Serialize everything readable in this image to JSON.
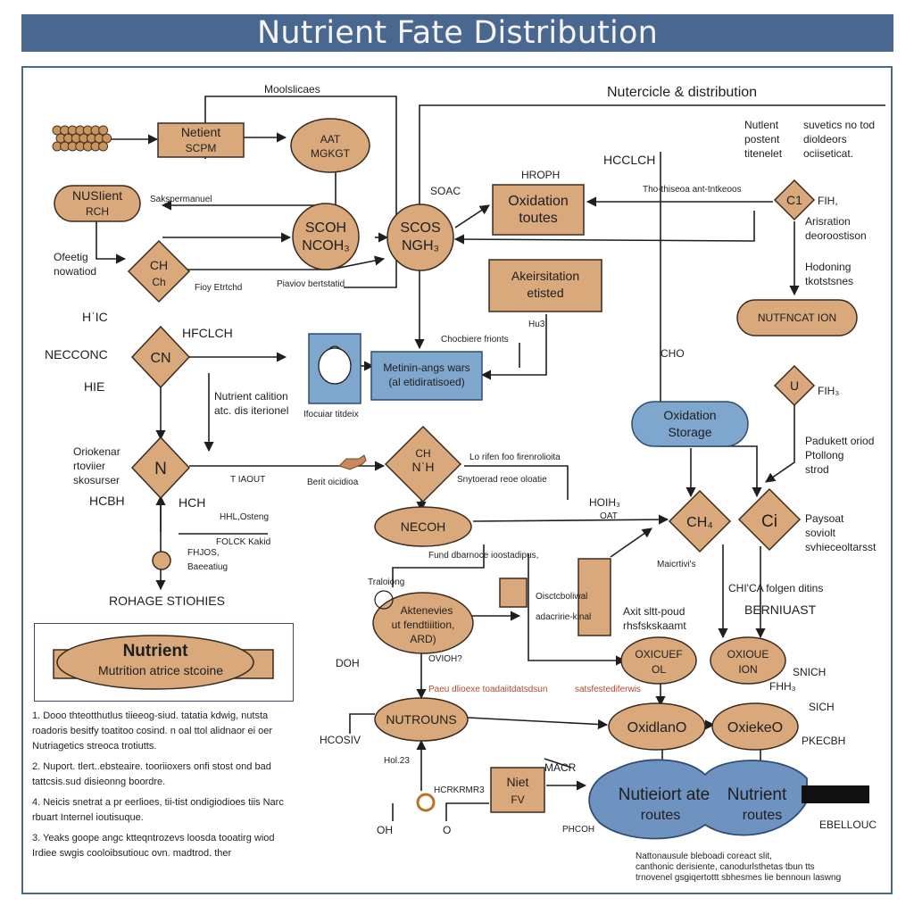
{
  "title": "Nutrient Fate Distribution",
  "colors": {
    "title_bar": "#4a6790",
    "tan": "#d9a97c",
    "blue": "#7fa6cc",
    "frame": "#4a6790"
  },
  "labels": {
    "top_mid": "Moolslicaes",
    "top_right_heading": "Nutercicle & distribution",
    "top_right_col1": [
      "Nutlent",
      "postent",
      "titenelet"
    ],
    "top_right_col2": [
      "suvetics no tod",
      "dioldeors",
      "ociiseticat."
    ],
    "box_nutrient_scpm": [
      "Netient",
      "SCPM"
    ],
    "circle_aat": [
      "AAT",
      "MGKGT"
    ],
    "pill_nutsient": [
      "NUSIient",
      "RCH"
    ],
    "text_sakspermanuel": "Sakspermanuel",
    "circle_scoh": [
      "SCOH",
      "NCOH₃"
    ],
    "circle_scos": [
      "SCOS",
      "NGH₃"
    ],
    "text_soac": "SOAC",
    "text_hroph": "HROPH",
    "text_hcclch_top": "HCCLCH",
    "box_oxidation_toutes": [
      "Oxidation",
      "toutes"
    ],
    "text_tho_thiseon": "Tho-thiseoa ant-tntkeoos",
    "diamond_c1": "C1",
    "text_fih": "FIH,",
    "text_arisration": [
      "Arisration",
      "deoroostison"
    ],
    "text_hodoning": [
      "Hodoning",
      "tkotstsnes"
    ],
    "text_ofeetig": [
      "Ofeetig",
      "nowatiod"
    ],
    "diamond_ch": [
      "CH",
      "Ch"
    ],
    "text_fioy": "Fioy Etrtchd",
    "text_piaviov": "Piaviov bertstatid",
    "box_akeirsitation": [
      "Akeirsitation",
      "etisted"
    ],
    "pill_nutrncation": "NUTFNCAT ION",
    "text_hic": "HʾIC",
    "text_hfclch": "HFCLCH",
    "text_necconc": "NECCONC",
    "diamond_cn": "CN",
    "text_hie": "HIE",
    "text_chocbiere": "Chocbiere frionts",
    "text_hu3": "Hu3",
    "text_cho": "CHO",
    "box_metini_blue": [
      "Metinin-angs wars",
      "(al etidiratisoed)"
    ],
    "text_nutrient_calition": [
      "Nutrient calition",
      "atc. dis iterionel"
    ],
    "text_ifocular": "Ifocuiar titdeix",
    "diamond_u": "U",
    "text_fih3": "FIH₃",
    "pill_oxidation_storage": [
      "Oxidation",
      "Storage"
    ],
    "text_orioken": [
      "Oriokenar",
      "rtoviier",
      "skosurser"
    ],
    "diamond_n": "N",
    "text_tiaout": "T IAOUT",
    "text_berit": "Berit oicidioa",
    "diamond_chnh": [
      "CH",
      "NʾH"
    ],
    "text_lo_rifen": "Lo rifen foo firenrolioita",
    "text_snytoerad": "Snytoerad reoe oloatie",
    "text_pedukett": [
      "Padukett oriod",
      "Ptollong",
      "strod"
    ],
    "text_hcbh": "HCBH",
    "text_hch": "HCH",
    "text_hhl": "HHL,Osteng",
    "text_folck": [
      "FOLCK Kakid",
      "FHJOS,",
      "Baeeatiug"
    ],
    "pill_necoh": "NECOH",
    "text_hoih": [
      "HOIH₃",
      "OAT"
    ],
    "diamond_ch4": "CH₄",
    "diamond_ci": "Ci",
    "text_paysoat": [
      "Paysoat",
      "soviolt",
      "svhieceoltarsst"
    ],
    "text_maicrtivis": "Maicrtivi's",
    "text_fund": "Fund dbarnoce ioostadipus,",
    "text_tralciong": "Traloiong",
    "text_chica": "CHI'CA folgen ditins",
    "text_rohage": "ROHAGE STIOHIES",
    "text_oiscobolal": [
      "Oisctcboliwal",
      "adacririe-kinal"
    ],
    "text_bernuast": "BERNIUAST",
    "text_axit": [
      "Axit sltt-poud",
      "rhsfskskaamt"
    ],
    "legend_pill": [
      "Nutrient",
      "Mutrition atrice stcoine"
    ],
    "ellipse_aktenevies": [
      "Aktenevies",
      "ut fendtiiition,",
      "ARD)"
    ],
    "text_doh": "DOH",
    "text_ovioh": "OVIOH?",
    "circle_oxi_ol": [
      "OXICUEF",
      "OL"
    ],
    "circle_oxi_on": [
      "OXIOUE",
      "ION"
    ],
    "text_snich": "SNICH",
    "text_fh": "FHH₃",
    "text_red_note": "Paeu dlioexe toadaiitdatsdsun",
    "text_red_note2": "satsfestediferwis",
    "pill_nutrouns": "NUTROUNS",
    "text_hcosiv": "HCOSIV",
    "text_hol23": "Hol.23",
    "circle_oxidlaro": "OxidlanO",
    "circle_oxiekeo": "OxiekeO",
    "text_sich": "SICH",
    "text_pkecbh": "PKECBH",
    "box_niet_fv": [
      "Niet",
      "FV"
    ],
    "text_macr": "MACR",
    "text_hcrkr": "HCRKRMR3",
    "text_oh": "OH",
    "text_o": "O",
    "text_phcoh": "PHCOH",
    "cloud_left": [
      "Nutieiort ate",
      "routes"
    ],
    "cloud_right": [
      "Nutrient",
      "routes"
    ],
    "text_ebellouc": "EBELLOUC",
    "footnote": [
      "Nattonausule bleboadi coreact slit,",
      "canthonic derisiente, canodurlsthetas tbun tts",
      "trnovenel gsgiqertottt sbhesmes lie bennoun laswng"
    ],
    "notes": [
      "1.  Dooo thteotthutlus tiieeog-siud. tatatia kdwig, nutsta roadoris besitfy toatitoo cosind. n oal ttol alidnaor ei oer Nutriagetics streoca trotiutts.",
      "2.  Nuport. tlert..ebsteaire. tooriioxers onfi stost ond bad tattcsis.sud disieonng boordre.",
      "4.  Neicis snetrat a pr eerlioes, tii-tist ondigiodioes tiis Narc rbuart Internel ioutisuque.",
      "3.  Yeaks goope angc ktteqntrozevs loosda tooatirg wiod Irdiee swgis cooloibsutiouc ovn. madtrod. ther"
    ]
  }
}
